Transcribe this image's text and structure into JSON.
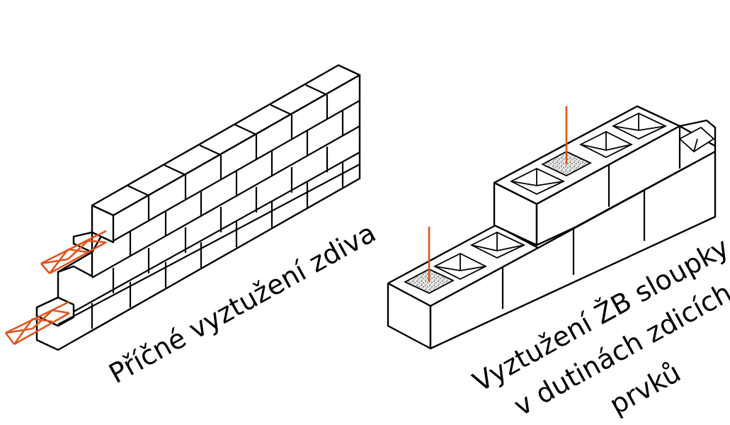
{
  "colors": {
    "line": "#000000",
    "reinforcement": "#e0541b",
    "fill": "#ffffff",
    "concrete": "#bdbdbd"
  },
  "labels": {
    "left": "Příčné vyztužení zdiva",
    "right_line1": "Vyztužení ŽB sloupky",
    "right_line2": "v dutinách zdicích",
    "right_line3": "prvků"
  }
}
